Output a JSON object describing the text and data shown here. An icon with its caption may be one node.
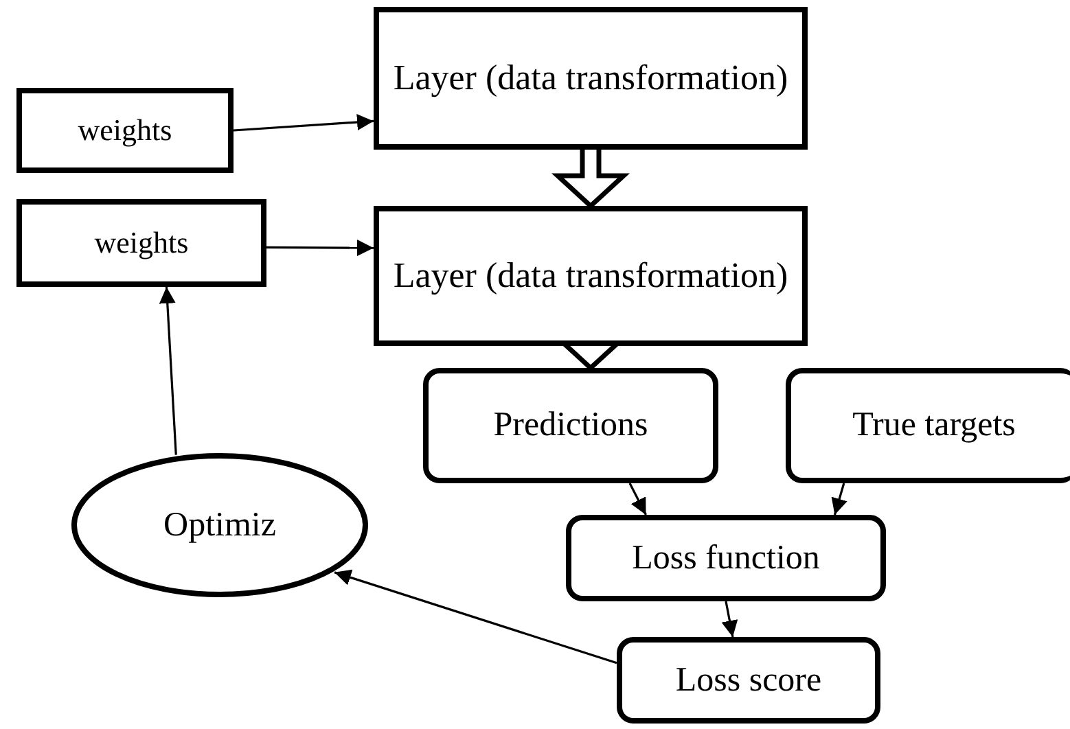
{
  "diagram": {
    "nodes": [
      {
        "text": [
          "weights"
        ]
      },
      {
        "text": [
          "Layer (data transformation)"
        ]
      },
      {
        "text": [
          "weights"
        ]
      },
      {
        "text": [
          "Layer (data transformation)"
        ]
      },
      {
        "text": [
          "Predictions"
        ]
      },
      {
        "text": [
          "True targets"
        ]
      },
      {
        "text": [
          "Loss function"
        ]
      },
      {
        "text": [
          "Loss score"
        ]
      },
      {
        "text": [
          "Optimiz"
        ]
      }
    ],
    "edges": [
      {
        "from": 0,
        "to": 1,
        "arrow": "to"
      },
      {
        "from": 1,
        "to": 3,
        "arrow": "to",
        "style": "thick"
      },
      {
        "from": 2,
        "to": 3,
        "arrow": "to"
      },
      {
        "from": 3,
        "to": 4,
        "arrow": "to",
        "style": "thick"
      },
      {
        "from": 4,
        "to": 6,
        "arrow": "to"
      },
      {
        "from": 5,
        "to": 6,
        "arrow": "to"
      },
      {
        "from": 6,
        "to": 7,
        "arrow": "to"
      },
      {
        "from": 7,
        "to": 8,
        "arrow": "to"
      },
      {
        "from": 8,
        "to": 2,
        "arrow": "to"
      }
    ]
  }
}
